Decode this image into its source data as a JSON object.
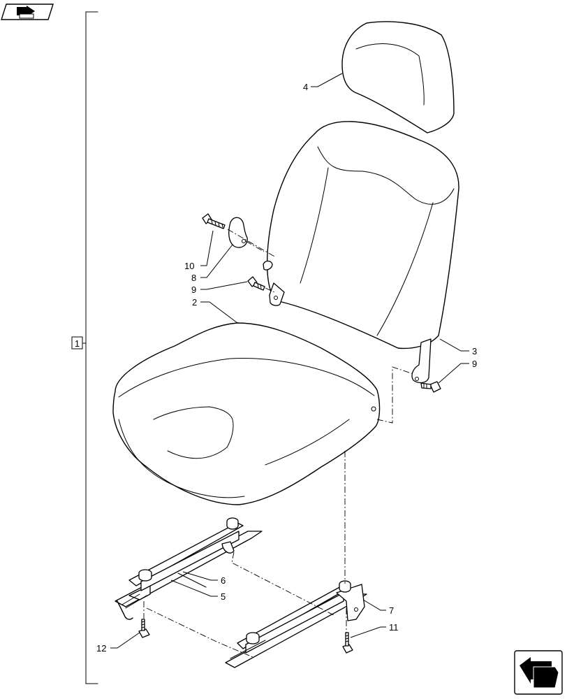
{
  "assembly": {
    "number": "1"
  },
  "callouts": {
    "c2": "2",
    "c3": "3",
    "c4": "4",
    "c5": "5",
    "c6": "6",
    "c7": "7",
    "c8": "8",
    "c9a": "9",
    "c9b": "9",
    "c10": "10",
    "c11": "11",
    "c12": "12"
  },
  "icons": {
    "top_left": "nav-arrow-tag-icon",
    "bottom_right": "next-page-arrow-icon"
  }
}
